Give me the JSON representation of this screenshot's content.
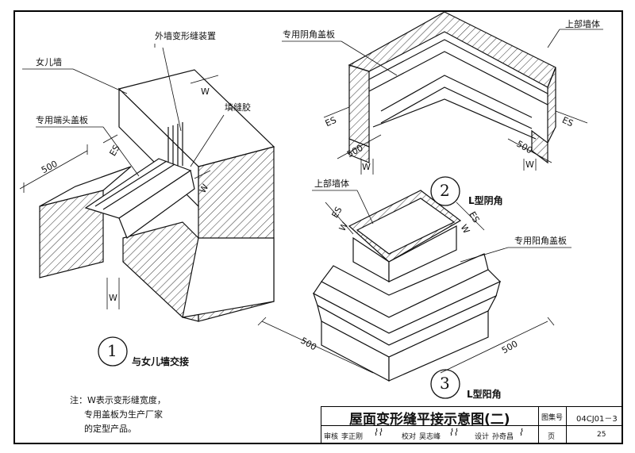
{
  "labels": {
    "external_joint_device": "外墙变形缝装置",
    "parapet_wall": "女儿墙",
    "special_end_cover": "专用端头盖板",
    "joint_sealant": "填缝胶",
    "special_inner_corner_cover": "专用阴角盖板",
    "upper_wall_1": "上部墙体",
    "upper_wall_2": "上部墙体",
    "special_outer_corner_cover": "专用阳角盖板"
  },
  "dimensions": {
    "w": "W",
    "es": "ES",
    "d500": "500"
  },
  "figures": [
    {
      "number": "1",
      "caption": "与女儿墙交接"
    },
    {
      "number": "2",
      "caption": "L型阴角"
    },
    {
      "number": "3",
      "caption": "L型阳角"
    }
  ],
  "note": {
    "line1": "注：W表示变形缝宽度，",
    "line2": "专用盖板为生产厂家",
    "line3": "的定型产品。"
  },
  "title_block": {
    "title": "屋面变形缝平接示意图(二)",
    "atlas_label": "图集号",
    "atlas_no": "04CJ01－3",
    "review": "审核",
    "reviewer": "李正刚",
    "check": "校对",
    "checker": "吴志峰",
    "design": "设计",
    "designer": "孙奇昌",
    "page_label": "页",
    "page_no": "25"
  },
  "colors": {
    "line": "#111111",
    "hatch": "#333333",
    "paper": "#ffffff"
  }
}
